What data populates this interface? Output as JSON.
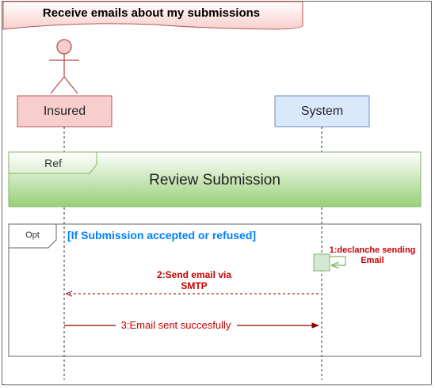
{
  "title": "Receive emails about my submissions",
  "lifelines": {
    "insured": "Insured",
    "system": "System"
  },
  "ref_frame": {
    "tag": "Ref",
    "label": "Review Submission"
  },
  "opt_frame": {
    "tag": "Opt",
    "guard": "[If Submission accepted or refused]"
  },
  "messages": {
    "m1_line1": "1:declanche sending",
    "m1_line2": "Email",
    "m2_line1": "2:Send email via",
    "m2_line2": "SMTP",
    "m3": "3:Email sent succesfully"
  },
  "colors": {
    "title_fill": "#f8cecc",
    "title_stroke": "#b85450",
    "insured_fill": "#f8cecc",
    "insured_stroke": "#b85450",
    "system_fill": "#dae8fc",
    "system_stroke": "#6c8ebf",
    "ref_fill": "#97d077",
    "ref_stroke": "#82b366",
    "activation_fill": "#d5e8d4",
    "activation_stroke": "#82b366",
    "message_text": "#cc0000",
    "message_line": "#8b0000",
    "guard_text": "#007fff"
  }
}
